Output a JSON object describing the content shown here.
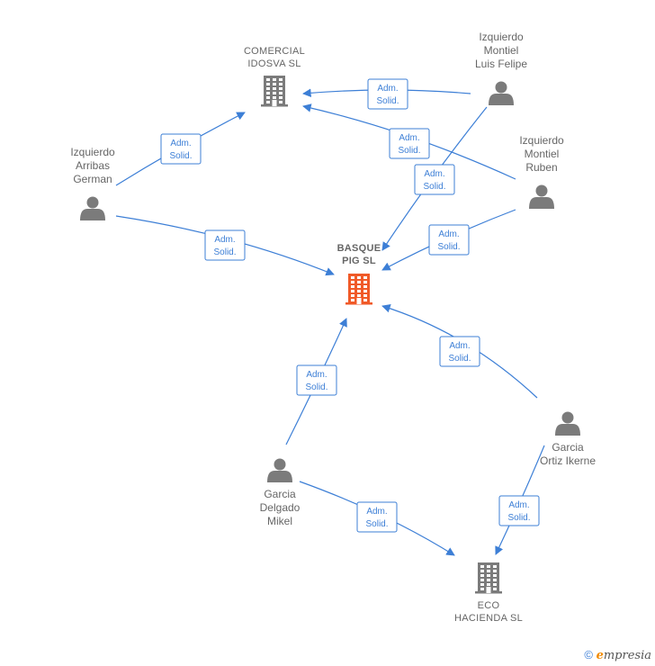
{
  "colors": {
    "edge": "#3d7fd6",
    "person": "#7b7b7b",
    "company": "#7b7b7b",
    "highlight": "#f05a28"
  },
  "nodes": {
    "comercial": {
      "type": "company",
      "lines": [
        "COMERCIAL",
        "IDOSVA SL"
      ]
    },
    "basque": {
      "type": "company-main",
      "lines": [
        "BASQUE",
        "PIG SL"
      ]
    },
    "eco": {
      "type": "company",
      "lines": [
        "ECO",
        "HACIENDA SL"
      ]
    },
    "luisfelipe": {
      "type": "person",
      "lines": [
        "Izquierdo",
        "Montiel",
        "Luis Felipe"
      ]
    },
    "german": {
      "type": "person",
      "lines": [
        "Izquierdo",
        "Arribas",
        "German"
      ]
    },
    "ruben": {
      "type": "person",
      "lines": [
        "Izquierdo",
        "Montiel",
        "Ruben"
      ]
    },
    "ikerne": {
      "type": "person",
      "lines": [
        "Garcia",
        "Ortiz Ikerne"
      ]
    },
    "mikel": {
      "type": "person",
      "lines": [
        "Garcia",
        "Delgado",
        "Mikel"
      ]
    }
  },
  "edges": [
    {
      "from": "luisfelipe",
      "to": "comercial",
      "label": [
        "Adm.",
        "Solid."
      ]
    },
    {
      "from": "german",
      "to": "comercial",
      "label": [
        "Adm.",
        "Solid."
      ]
    },
    {
      "from": "ruben",
      "to": "comercial",
      "label": [
        "Adm.",
        "Solid."
      ]
    },
    {
      "from": "luisfelipe",
      "to": "basque",
      "label": [
        "Adm.",
        "Solid."
      ]
    },
    {
      "from": "german",
      "to": "basque",
      "label": [
        "Adm.",
        "Solid."
      ]
    },
    {
      "from": "ruben",
      "to": "basque",
      "label": [
        "Adm.",
        "Solid."
      ]
    },
    {
      "from": "ikerne",
      "to": "basque",
      "label": [
        "Adm.",
        "Solid."
      ]
    },
    {
      "from": "mikel",
      "to": "basque",
      "label": [
        "Adm.",
        "Solid."
      ]
    },
    {
      "from": "mikel",
      "to": "eco",
      "label": [
        "Adm.",
        "Solid."
      ]
    },
    {
      "from": "ikerne",
      "to": "eco",
      "label": [
        "Adm.",
        "Solid."
      ]
    }
  ],
  "footer": {
    "copyright": "©",
    "brand_initial": "e",
    "brand_rest": "mpresia"
  }
}
